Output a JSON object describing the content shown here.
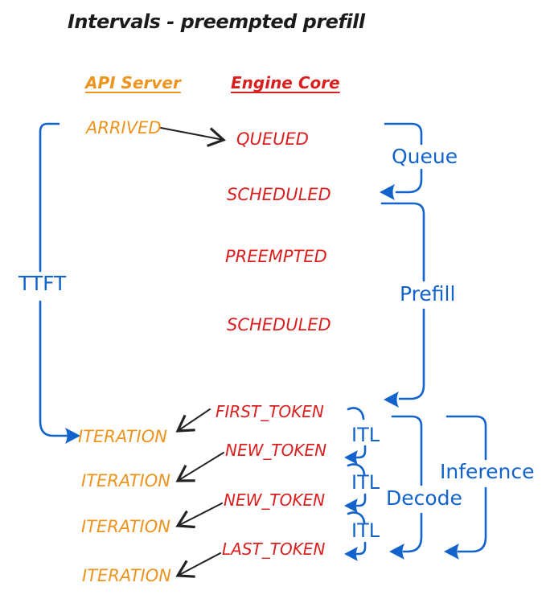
{
  "title": "Intervals - preempted prefill",
  "columns": {
    "api_server": "API Server",
    "engine_core": "Engine Core"
  },
  "api_events": [
    "ARRIVED",
    "ITERATION",
    "ITERATION",
    "ITERATION",
    "ITERATION"
  ],
  "engine_events": [
    "QUEUED",
    "SCHEDULED",
    "PREEMPTED",
    "SCHEDULED",
    "FIRST_TOKEN",
    "NEW_TOKEN",
    "NEW_TOKEN",
    "LAST_TOKEN"
  ],
  "intervals": {
    "ttft": "TTFT",
    "queue": "Queue",
    "prefill": "Prefill",
    "itl": [
      "ITL",
      "ITL",
      "ITL"
    ],
    "decode": "Decode",
    "inference": "Inference"
  },
  "colors": {
    "api": "#ED941F",
    "engine": "#DA1F1F",
    "interval": "#1263CB",
    "arrow": "#222222",
    "title": "#1B1B1B"
  }
}
